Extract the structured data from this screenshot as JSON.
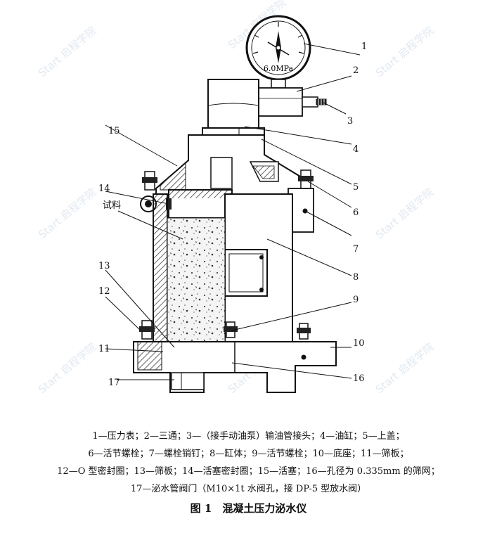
{
  "watermark": "Start 启程学院",
  "gauge": {
    "reading": "6.0MPa"
  },
  "callouts": [
    "1",
    "2",
    "3",
    "4",
    "5",
    "6",
    "7",
    "8",
    "9",
    "10",
    "11",
    "12",
    "13",
    "14",
    "15",
    "16",
    "17"
  ],
  "sample_label": "试料",
  "legend": {
    "line1": "1—压力表；2—三通；3—（接手动油泵）输油管接头；4—油缸；5—上盖；",
    "line2": "6—活节螺栓；7—螺栓销钉；8—缸体；9—活节螺栓；10—底座；11—筛板；",
    "line3": "12—O 型密封圈；13—筛板；14—活塞密封圈；15—活塞；16—孔径为 0.335mm 的筛网；",
    "line4": "17—泌水管阀门（M10×1t 水阀孔，接 DP-5 型放水阀）"
  },
  "figure_title": "图 1　混凝土压力泌水仪"
}
